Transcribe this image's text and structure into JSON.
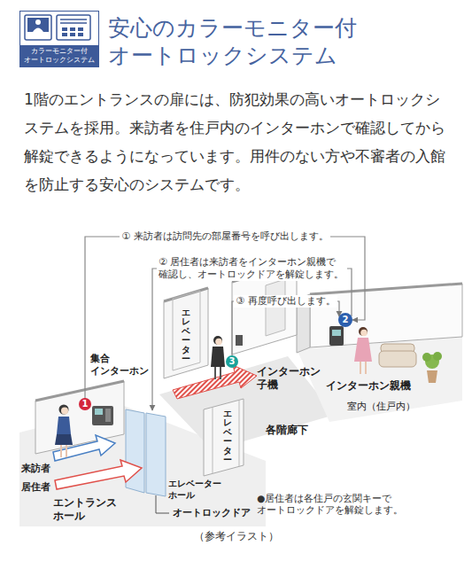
{
  "diagram": {
    "title": "安心のカラーモニター付 オートロックシステム",
    "caption": "（参考イラスト）",
    "nodes": [
      {
        "text": [
          "カラーモニター付 オートロックシステム"
        ]
      },
      {
        "text": [
          "1"
        ]
      },
      {
        "text": [
          "2"
        ]
      },
      {
        "text": [
          "3"
        ]
      }
    ],
    "edges": [
      {
        "from": 1,
        "to": 2,
        "arrow": "to",
        "label": "① 来訪者は訪問先の部屋番号を呼び出します。"
      },
      {
        "from": 3,
        "to": 2,
        "arrow": "to",
        "label": "③ 再度呼び出します。"
      }
    ],
    "labels": [
      "1階のエントランスの扉には、防犯効果の高いオートロックシステムを採用。来訪者を住戸内のインターホンで確認してから解錠できるようになっています。用件のない方や不審者の入館を防止する安心のシステムです。",
      "② 居住者は来訪者をインターホン親機で 確認し、オートロックドアを解錠します。",
      "エレベーター",
      "インターホン 子機",
      "インターホン親機",
      "各階廊下",
      "室内（住戸内）",
      "集合 インターホン",
      "来訪者",
      "居住者",
      "エントランス ホール",
      "エレベーター",
      "エレベーター ホール",
      "オートロックドア",
      "●居住者は各住戸の玄関キーで オートロックドアを解錠します。"
    ]
  }
}
